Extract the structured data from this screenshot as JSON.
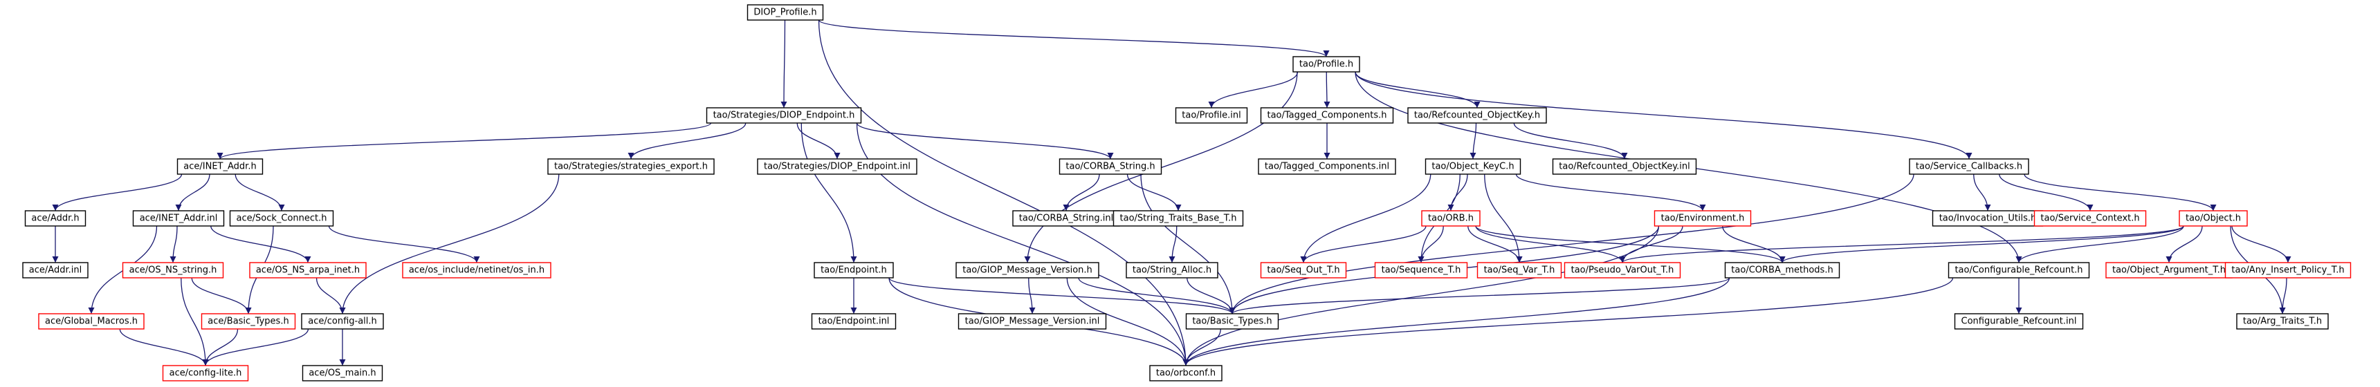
{
  "colors": {
    "edge": "#191970",
    "border_default": "#000000",
    "border_incomplete": "#ff0000",
    "root_fill": "#bfbfbf",
    "node_fill": "#ffffff"
  },
  "nodes": [
    {
      "id": "diop_profile",
      "label": "DIOP_Profile.h",
      "root": true
    },
    {
      "id": "tao_profile",
      "label": "tao/Profile.h"
    },
    {
      "id": "diop_endpoint",
      "label": "tao/Strategies/DIOP_Endpoint.h"
    },
    {
      "id": "inet_addr",
      "label": "ace/INET_Addr.h"
    },
    {
      "id": "strategies_export",
      "label": "tao/Strategies/strategies_export.h"
    },
    {
      "id": "diop_endpoint_inl",
      "label": "tao/Strategies/DIOP_Endpoint.inl"
    },
    {
      "id": "corba_string",
      "label": "tao/CORBA_String.h"
    },
    {
      "id": "profile_inl",
      "label": "tao/Profile.inl"
    },
    {
      "id": "tagged_components",
      "label": "tao/Tagged_Components.h"
    },
    {
      "id": "refcounted_objectkey",
      "label": "tao/Refcounted_ObjectKey.h"
    },
    {
      "id": "service_callbacks",
      "label": "tao/Service_Callbacks.h"
    },
    {
      "id": "tagged_components_inl",
      "label": "tao/Tagged_Components.inl"
    },
    {
      "id": "object_keyc",
      "label": "tao/Object_KeyC.h"
    },
    {
      "id": "refcounted_objectkey_inl",
      "label": "tao/Refcounted_ObjectKey.inl"
    },
    {
      "id": "ace_addr",
      "label": "ace/Addr.h"
    },
    {
      "id": "inet_addr_inl",
      "label": "ace/INET_Addr.inl"
    },
    {
      "id": "sock_connect",
      "label": "ace/Sock_Connect.h"
    },
    {
      "id": "corba_string_inl",
      "label": "tao/CORBA_String.inl"
    },
    {
      "id": "string_traits_base",
      "label": "tao/String_Traits_Base_T.h"
    },
    {
      "id": "environment",
      "label": "tao/Environment.h",
      "incomplete": true
    },
    {
      "id": "invocation_utils",
      "label": "tao/Invocation_Utils.h"
    },
    {
      "id": "service_context",
      "label": "tao/Service_Context.h",
      "incomplete": true
    },
    {
      "id": "tao_object",
      "label": "tao/Object.h",
      "incomplete": true
    },
    {
      "id": "ace_addr_inl",
      "label": "ace/Addr.inl"
    },
    {
      "id": "os_ns_string",
      "label": "ace/OS_NS_string.h",
      "incomplete": true
    },
    {
      "id": "os_ns_arpa_inet",
      "label": "ace/OS_NS_arpa_inet.h",
      "incomplete": true
    },
    {
      "id": "netinet_in",
      "label": "ace/os_include/netinet/os_in.h",
      "incomplete": true
    },
    {
      "id": "tao_endpoint",
      "label": "tao/Endpoint.h"
    },
    {
      "id": "giop_message_version",
      "label": "tao/GIOP_Message_Version.h"
    },
    {
      "id": "string_alloc",
      "label": "tao/String_Alloc.h"
    },
    {
      "id": "orb",
      "label": "tao/ORB.h",
      "incomplete": true
    },
    {
      "id": "seq_out_t",
      "label": "tao/Seq_Out_T.h",
      "incomplete": true
    },
    {
      "id": "sequence_t",
      "label": "tao/Sequence_T.h",
      "incomplete": true
    },
    {
      "id": "seq_var_t",
      "label": "tao/Seq_Var_T.h",
      "incomplete": true
    },
    {
      "id": "pseudo_varout",
      "label": "tao/Pseudo_VarOut_T.h",
      "incomplete": true
    },
    {
      "id": "corba_methods",
      "label": "tao/CORBA_methods.h"
    },
    {
      "id": "configurable_refcount",
      "label": "tao/Configurable_Refcount.h"
    },
    {
      "id": "object_argument",
      "label": "tao/Object_Argument_T.h",
      "incomplete": true
    },
    {
      "id": "any_insert_policy",
      "label": "tao/Any_Insert_Policy_T.h",
      "incomplete": true
    },
    {
      "id": "global_macros",
      "label": "ace/Global_Macros.h",
      "incomplete": true
    },
    {
      "id": "basic_types_ace",
      "label": "ace/Basic_Types.h",
      "incomplete": true
    },
    {
      "id": "config_all",
      "label": "ace/config-all.h"
    },
    {
      "id": "endpoint_inl",
      "label": "tao/Endpoint.inl"
    },
    {
      "id": "giop_message_version_inl",
      "label": "tao/GIOP_Message_Version.inl"
    },
    {
      "id": "basic_types_tao",
      "label": "tao/Basic_Types.h"
    },
    {
      "id": "configurable_refcount_inl",
      "label": "Configurable_Refcount.inl"
    },
    {
      "id": "arg_traits",
      "label": "tao/Arg_Traits_T.h"
    },
    {
      "id": "config_lite",
      "label": "ace/config-lite.h",
      "incomplete": true
    },
    {
      "id": "os_main",
      "label": "ace/OS_main.h"
    },
    {
      "id": "orbconf",
      "label": "tao/orbconf.h"
    }
  ],
  "edges": [
    [
      "diop_profile",
      "tao_profile"
    ],
    [
      "diop_profile",
      "diop_endpoint"
    ],
    [
      "diop_profile",
      "orbconf"
    ],
    [
      "diop_endpoint",
      "inet_addr"
    ],
    [
      "diop_endpoint",
      "strategies_export"
    ],
    [
      "diop_endpoint",
      "diop_endpoint_inl"
    ],
    [
      "diop_endpoint",
      "corba_string"
    ],
    [
      "diop_endpoint",
      "tao_endpoint"
    ],
    [
      "diop_endpoint",
      "orbconf"
    ],
    [
      "tao_profile",
      "profile_inl"
    ],
    [
      "tao_profile",
      "tagged_components"
    ],
    [
      "tao_profile",
      "refcounted_objectkey"
    ],
    [
      "tao_profile",
      "service_callbacks"
    ],
    [
      "tao_profile",
      "giop_message_version"
    ],
    [
      "tao_profile",
      "configurable_refcount"
    ],
    [
      "tagged_components",
      "tagged_components_inl"
    ],
    [
      "refcounted_objectkey",
      "object_keyc"
    ],
    [
      "refcounted_objectkey",
      "refcounted_objectkey_inl"
    ],
    [
      "inet_addr",
      "ace_addr"
    ],
    [
      "inet_addr",
      "inet_addr_inl"
    ],
    [
      "inet_addr",
      "sock_connect"
    ],
    [
      "ace_addr",
      "ace_addr_inl"
    ],
    [
      "inet_addr_inl",
      "os_ns_string"
    ],
    [
      "inet_addr_inl",
      "os_ns_arpa_inet"
    ],
    [
      "inet_addr_inl",
      "global_macros"
    ],
    [
      "sock_connect",
      "netinet_in"
    ],
    [
      "sock_connect",
      "basic_types_ace"
    ],
    [
      "strategies_export",
      "config_all"
    ],
    [
      "corba_string",
      "corba_string_inl"
    ],
    [
      "corba_string",
      "string_traits_base"
    ],
    [
      "corba_string",
      "basic_types_tao"
    ],
    [
      "string_traits_base",
      "string_alloc"
    ],
    [
      "string_alloc",
      "basic_types_tao"
    ],
    [
      "object_keyc",
      "orb"
    ],
    [
      "object_keyc",
      "environment"
    ],
    [
      "object_keyc",
      "seq_out_t"
    ],
    [
      "object_keyc",
      "sequence_t"
    ],
    [
      "object_keyc",
      "seq_var_t"
    ],
    [
      "orb",
      "seq_out_t"
    ],
    [
      "orb",
      "sequence_t"
    ],
    [
      "orb",
      "seq_var_t"
    ],
    [
      "orb",
      "pseudo_varout"
    ],
    [
      "orb",
      "corba_methods"
    ],
    [
      "environment",
      "pseudo_varout"
    ],
    [
      "environment",
      "corba_methods"
    ],
    [
      "environment",
      "basic_types_tao"
    ],
    [
      "environment",
      "orbconf"
    ],
    [
      "service_callbacks",
      "invocation_utils"
    ],
    [
      "service_callbacks",
      "service_context"
    ],
    [
      "service_callbacks",
      "tao_object"
    ],
    [
      "service_callbacks",
      "basic_types_tao"
    ],
    [
      "tao_object",
      "pseudo_varout"
    ],
    [
      "tao_object",
      "corba_methods"
    ],
    [
      "tao_object",
      "configurable_refcount"
    ],
    [
      "tao_object",
      "object_argument"
    ],
    [
      "tao_object",
      "any_insert_policy"
    ],
    [
      "tao_object",
      "arg_traits"
    ],
    [
      "any_insert_policy",
      "arg_traits"
    ],
    [
      "configurable_refcount",
      "configurable_refcount_inl"
    ],
    [
      "configurable_refcount",
      "orbconf"
    ],
    [
      "corba_methods",
      "basic_types_tao"
    ],
    [
      "corba_methods",
      "orbconf"
    ],
    [
      "tao_endpoint",
      "endpoint_inl"
    ],
    [
      "tao_endpoint",
      "basic_types_tao"
    ],
    [
      "tao_endpoint",
      "orbconf"
    ],
    [
      "giop_message_version",
      "giop_message_version_inl"
    ],
    [
      "giop_message_version",
      "basic_types_tao"
    ],
    [
      "giop_message_version",
      "orbconf"
    ],
    [
      "basic_types_tao",
      "orbconf"
    ],
    [
      "os_ns_string",
      "basic_types_ace"
    ],
    [
      "os_ns_string",
      "config_lite"
    ],
    [
      "os_ns_arpa_inet",
      "config_all"
    ],
    [
      "global_macros",
      "config_lite"
    ],
    [
      "basic_types_ace",
      "config_lite"
    ],
    [
      "config_all",
      "config_lite"
    ],
    [
      "config_all",
      "os_main"
    ]
  ]
}
